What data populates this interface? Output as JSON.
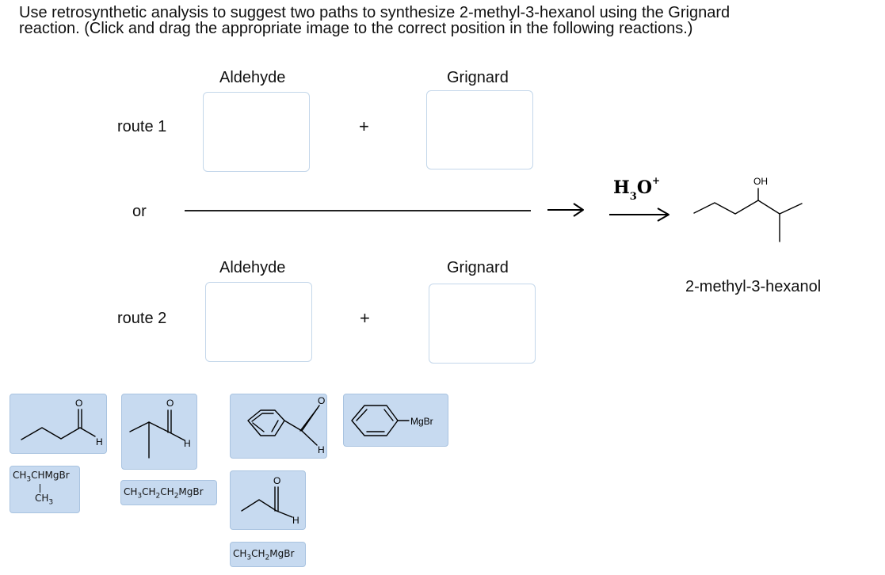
{
  "instructions": {
    "line1": "Use retrosynthetic analysis to suggest two paths to synthesize 2-methyl-3-hexanol using the Grignard",
    "line2": "reaction. (Click and drag the appropriate image to the correct position in the following reactions.)"
  },
  "route1": {
    "label": "route 1",
    "aldehyde_header": "Aldehyde",
    "grignard_header": "Grignard",
    "plus": "+"
  },
  "divider": {
    "or_label": "or"
  },
  "route2": {
    "label": "route 2",
    "aldehyde_header": "Aldehyde",
    "grignard_header": "Grignard",
    "plus": "+"
  },
  "reagent": {
    "h": "H",
    "sub": "3",
    "o": "O",
    "sup": "+"
  },
  "product": {
    "name": "2-methyl-3-hexanol",
    "oh_label": "OH"
  },
  "tiles": {
    "atoms": {
      "oxygen": "O",
      "hydrogen": "H"
    },
    "phenyl_grignard_label": "MgBr",
    "isopropyl_grignard": {
      "top": "CH",
      "sub1": "3",
      "mid": "CHMgBr",
      "bottom_ch": "CH",
      "sub2": "3"
    },
    "propyl_grignard": {
      "p1": "CH",
      "s1": "3",
      "p2": "CH",
      "s2": "2",
      "p3": "CH",
      "s3": "2",
      "p4": "MgBr"
    },
    "ethyl_grignard": {
      "p1": "CH",
      "s1": "3",
      "p2": "CH",
      "s2": "2",
      "p3": "MgBr"
    }
  },
  "colors": {
    "tile_fill": "#c7daf0",
    "tile_border": "#a9c3e0",
    "dropzone_border": "#c4d7ea"
  }
}
